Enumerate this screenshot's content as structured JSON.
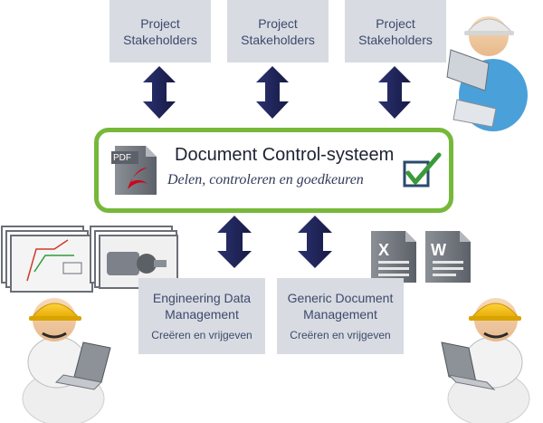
{
  "stakeholders": [
    {
      "line1": "Project",
      "line2": "Stakeholders"
    },
    {
      "line1": "Project",
      "line2": "Stakeholders"
    },
    {
      "line1": "Project",
      "line2": "Stakeholders"
    }
  ],
  "dcs": {
    "title": "Document Control-systeem",
    "subtitle": "Delen, controleren en goedkeuren",
    "pdf_label": "PDF"
  },
  "edm": {
    "line1": "Engineering Data",
    "line2": "Management",
    "sub": "Creëren en vrijgeven"
  },
  "gdm": {
    "line1": "Generic Document",
    "line2": "Management",
    "sub": "Creëren en vrijgeven"
  },
  "colors": {
    "box_fill": "#d8dbe2",
    "box_text": "#3d4a6b",
    "arrow": "#1f2354",
    "accent_green": "#76b83a",
    "pdf_red": "#d0021b"
  },
  "icons": [
    "pdf-document-icon",
    "checkbox-check-icon",
    "excel-document-icon",
    "word-document-icon",
    "cad-drawing-icon",
    "pump-drawing-icon",
    "worker-tablet-figure",
    "worker-laptop-figure"
  ]
}
